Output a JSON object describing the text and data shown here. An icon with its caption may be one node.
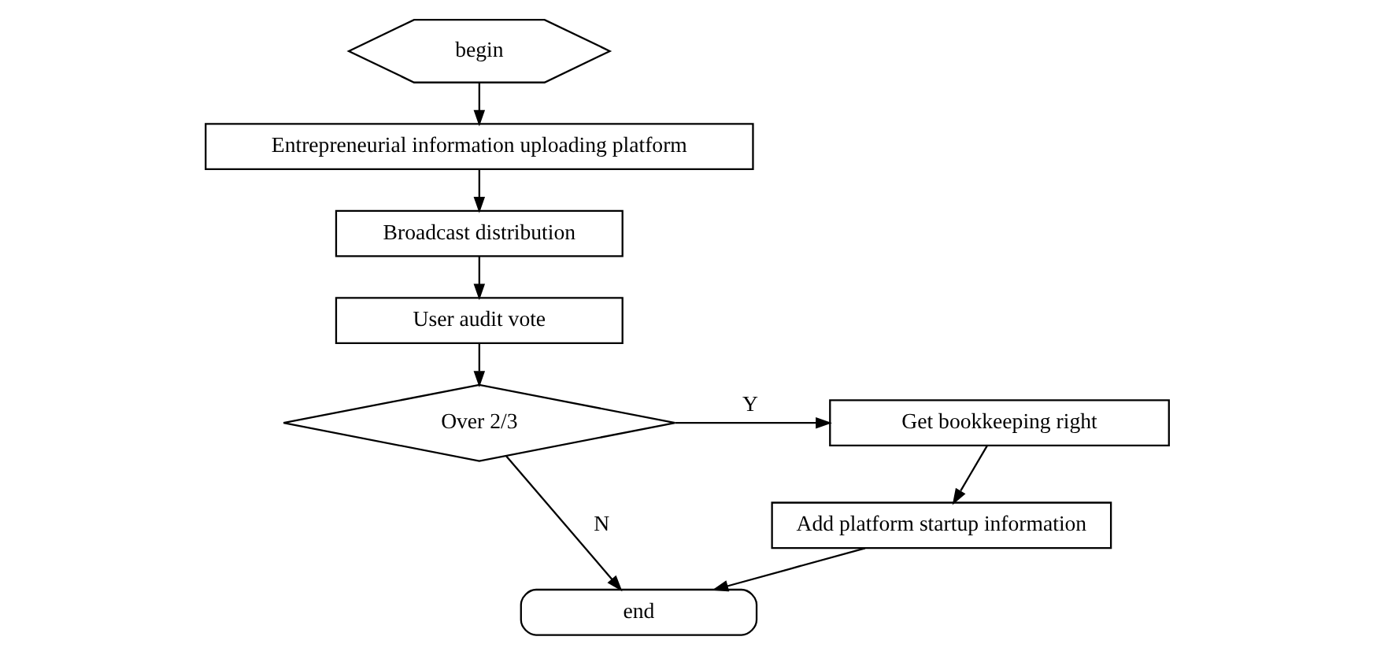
{
  "diagram": {
    "nodes": [
      {
        "text": [
          "begin"
        ]
      },
      {
        "text": [
          "Entrepreneurial information uploading platform"
        ]
      },
      {
        "text": [
          "Broadcast distribution"
        ]
      },
      {
        "text": [
          "User audit vote"
        ]
      },
      {
        "text": [
          "Over 2/3"
        ]
      },
      {
        "text": [
          "Get bookkeeping right"
        ]
      },
      {
        "text": [
          "Add platform startup information"
        ]
      },
      {
        "text": [
          "end"
        ]
      }
    ],
    "edges": [
      {
        "from": 0,
        "to": 1,
        "arrow": "to"
      },
      {
        "from": 1,
        "to": 2,
        "arrow": "to"
      },
      {
        "from": 2,
        "to": 3,
        "arrow": "to"
      },
      {
        "from": 3,
        "to": 4,
        "arrow": "to"
      },
      {
        "from": 4,
        "to": 5,
        "arrow": "to",
        "label": "Y"
      },
      {
        "from": 4,
        "to": 7,
        "arrow": "to",
        "label": "N"
      },
      {
        "from": 5,
        "to": 6,
        "arrow": "to"
      },
      {
        "from": 6,
        "to": 7,
        "arrow": "to"
      }
    ]
  }
}
